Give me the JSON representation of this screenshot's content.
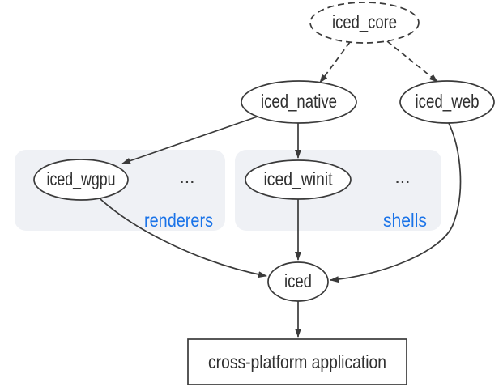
{
  "diagram": {
    "nodes": {
      "iced_core": "iced_core",
      "iced_native": "iced_native",
      "iced_web": "iced_web",
      "iced_wgpu": "iced_wgpu",
      "iced_winit": "iced_winit",
      "iced": "iced",
      "application": "cross-platform application"
    },
    "groups": {
      "renderers": {
        "label": "renderers",
        "ellipsis": "..."
      },
      "shells": {
        "label": "shells",
        "ellipsis": "..."
      }
    },
    "edges": [
      {
        "from": "iced_core",
        "to": "iced_native",
        "style": "dashed"
      },
      {
        "from": "iced_core",
        "to": "iced_web",
        "style": "dashed"
      },
      {
        "from": "iced_native",
        "to": "iced_wgpu",
        "style": "solid"
      },
      {
        "from": "iced_native",
        "to": "iced_winit",
        "style": "solid"
      },
      {
        "from": "iced_wgpu",
        "to": "iced",
        "style": "solid-curved"
      },
      {
        "from": "iced_winit",
        "to": "iced",
        "style": "solid"
      },
      {
        "from": "iced_web",
        "to": "iced",
        "style": "solid-curved"
      },
      {
        "from": "iced",
        "to": "application",
        "style": "solid"
      }
    ],
    "colors": {
      "background": "#ffffff",
      "node_fill": "#ffffff",
      "stroke": "#3a3a3a",
      "text": "#303030",
      "group_background": "#eff1f5",
      "group_label_blue": "#1a73e8"
    }
  }
}
